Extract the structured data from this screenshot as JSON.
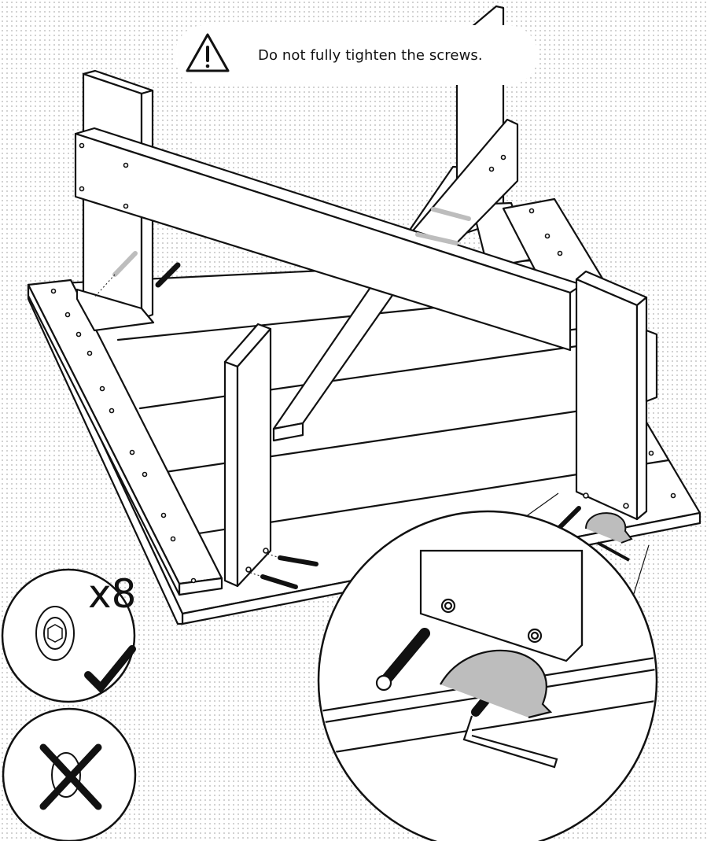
{
  "warning": {
    "text": "Do not fully tighten the screws.",
    "icon": "warning-triangle-icon"
  },
  "quantity": {
    "label": "x8",
    "part": "hex-socket-screw"
  },
  "hints": {
    "correct": "checkmark-icon",
    "incorrect": "cross-icon"
  },
  "colors": {
    "stroke": "#111111",
    "wood": "#ffffff",
    "shade": "#bdbdbd",
    "background_dots": "#cfcfcf"
  }
}
